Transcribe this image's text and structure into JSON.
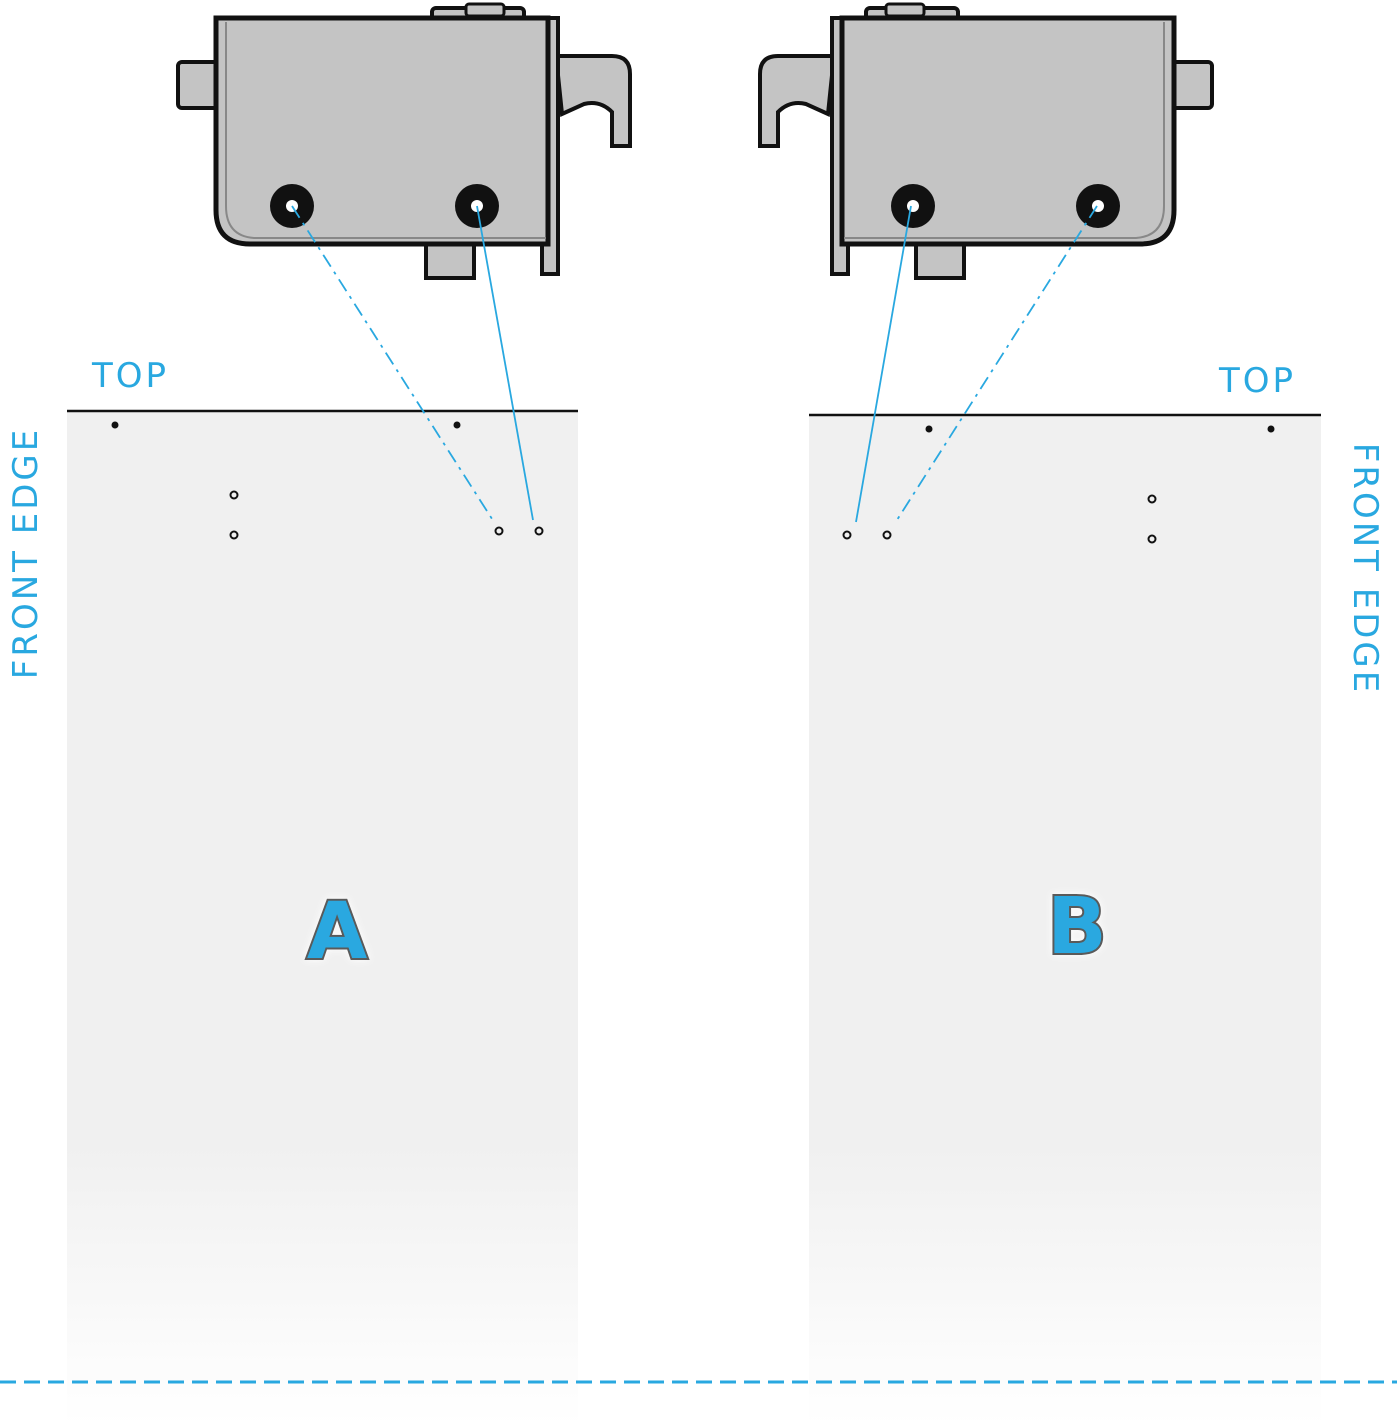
{
  "labels": {
    "top_left": "TOP",
    "top_right": "TOP",
    "front_edge_left": "FRONT EDGE",
    "front_edge_right": "FRONT EDGE",
    "panel_a": "A",
    "panel_b": "B"
  },
  "colors": {
    "accent": "#29a8e0",
    "panel_fill": "#f0f0f0",
    "hinge_fill": "#c4c4c4",
    "outline": "#111111",
    "letter_stroke": "#5a5a5a"
  },
  "icons": {
    "hinge_left": "hinge-icon",
    "hinge_right": "hinge-icon"
  }
}
